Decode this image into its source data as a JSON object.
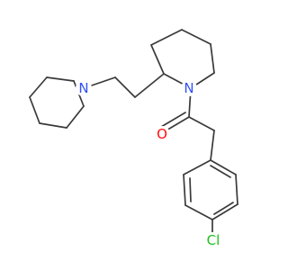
{
  "molecule": {
    "atoms": {
      "n_piperidine_left": {
        "symbol": "N",
        "color": "#3050f8"
      },
      "n_piperidine_right": {
        "symbol": "N",
        "color": "#3050f8"
      },
      "o_carbonyl": {
        "symbol": "O",
        "color": "#ff0d0d"
      },
      "cl_aryl": {
        "symbol": "Cl",
        "color": "#1fbf1f"
      }
    },
    "bond_color": "#3a3a3a"
  }
}
